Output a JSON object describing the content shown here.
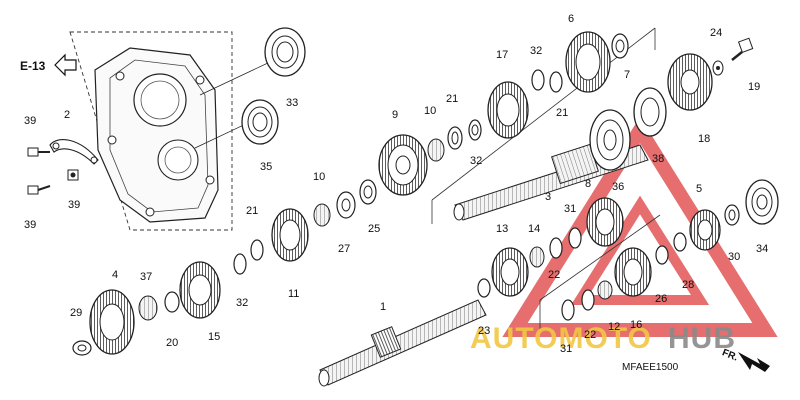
{
  "diagram": {
    "reference_code": "E-13",
    "drawing_code": "MFAEE1500",
    "direction_label": "FR.",
    "parts": [
      {
        "n": "1"
      },
      {
        "n": "2"
      },
      {
        "n": "3"
      },
      {
        "n": "4"
      },
      {
        "n": "5"
      },
      {
        "n": "6"
      },
      {
        "n": "7"
      },
      {
        "n": "8"
      },
      {
        "n": "9"
      },
      {
        "n": "10"
      },
      {
        "n": "10"
      },
      {
        "n": "11"
      },
      {
        "n": "12"
      },
      {
        "n": "13"
      },
      {
        "n": "14"
      },
      {
        "n": "15"
      },
      {
        "n": "16"
      },
      {
        "n": "17"
      },
      {
        "n": "18"
      },
      {
        "n": "19"
      },
      {
        "n": "20"
      },
      {
        "n": "21"
      },
      {
        "n": "21"
      },
      {
        "n": "21"
      },
      {
        "n": "22"
      },
      {
        "n": "22"
      },
      {
        "n": "23"
      },
      {
        "n": "24"
      },
      {
        "n": "25"
      },
      {
        "n": "26"
      },
      {
        "n": "27"
      },
      {
        "n": "28"
      },
      {
        "n": "29"
      },
      {
        "n": "30"
      },
      {
        "n": "31"
      },
      {
        "n": "31"
      },
      {
        "n": "32"
      },
      {
        "n": "32"
      },
      {
        "n": "32"
      },
      {
        "n": "33"
      },
      {
        "n": "34"
      },
      {
        "n": "35"
      },
      {
        "n": "36"
      },
      {
        "n": "37"
      },
      {
        "n": "38"
      },
      {
        "n": "39"
      },
      {
        "n": "39"
      },
      {
        "n": "39"
      }
    ]
  },
  "watermark": {
    "text_part1": "AUTOMOTO",
    "text_part2": "HUB",
    "color_part1": "#f2c744",
    "color_part2": "#8a8a8a",
    "triangle_color": "#e25555"
  }
}
